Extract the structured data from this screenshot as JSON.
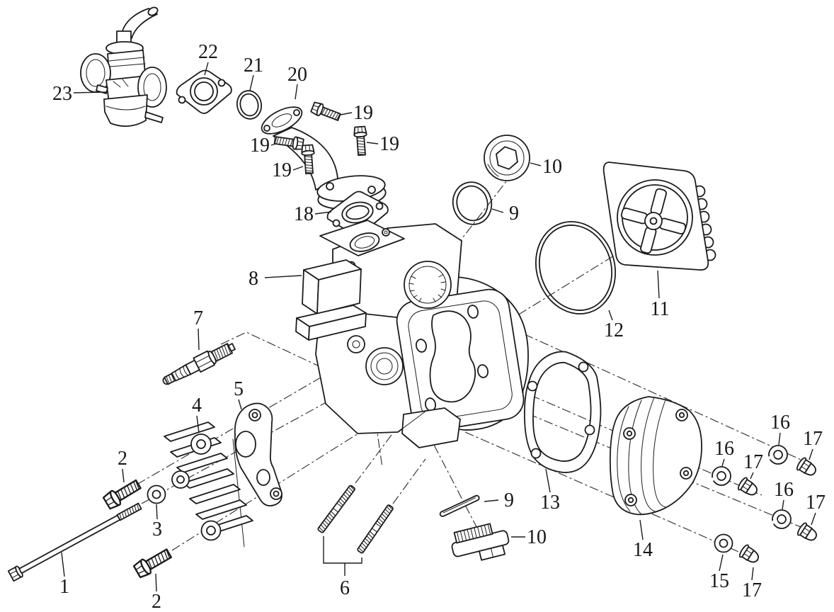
{
  "figure": {
    "type": "exploded-parts-diagram",
    "subject": "engine cylinder head assembly with carburetor, intake manifold, covers and fasteners",
    "background_color": "#ffffff",
    "line_color": "#1c1c1c",
    "label_font_size": 28
  },
  "callouts": [
    {
      "label": "23",
      "part": "carburetor"
    },
    {
      "label": "22",
      "part": "carburetor-gasket"
    },
    {
      "label": "21",
      "part": "intake-o-ring"
    },
    {
      "label": "20",
      "part": "intake-manifold-pipe"
    },
    {
      "label": "19",
      "part": "manifold-flange-bolt"
    },
    {
      "label": "19",
      "part": "manifold-flange-bolt"
    },
    {
      "label": "19",
      "part": "manifold-flange-bolt"
    },
    {
      "label": "19",
      "part": "manifold-flange-bolt"
    },
    {
      "label": "18",
      "part": "manifold-gasket"
    },
    {
      "label": "10",
      "part": "tappet-cover-cap"
    },
    {
      "label": "9",
      "part": "tappet-cap-o-ring"
    },
    {
      "label": "11",
      "part": "camshaft-cover-plate"
    },
    {
      "label": "12",
      "part": "cover-plate-o-ring"
    },
    {
      "label": "8",
      "part": "side-block"
    },
    {
      "label": "7",
      "part": "spark-plug"
    },
    {
      "label": "5",
      "part": "bracket-plate"
    },
    {
      "label": "4",
      "part": "finned-side-cover"
    },
    {
      "label": "2",
      "part": "flange-bolt"
    },
    {
      "label": "3",
      "part": "flat-washer"
    },
    {
      "label": "1",
      "part": "long-bolt"
    },
    {
      "label": "2",
      "part": "flange-bolt"
    },
    {
      "label": "6",
      "part": "stud-bolts"
    },
    {
      "label": "9",
      "part": "tappet-cap-o-ring"
    },
    {
      "label": "10",
      "part": "tappet-cover-cap"
    },
    {
      "label": "13",
      "part": "side-cover-gasket"
    },
    {
      "label": "14",
      "part": "cylinder-head-side-cover"
    },
    {
      "label": "15",
      "part": "flat-washer"
    },
    {
      "label": "16",
      "part": "flat-washer"
    },
    {
      "label": "17",
      "part": "acorn-nut"
    },
    {
      "label": "16",
      "part": "flat-washer"
    },
    {
      "label": "17",
      "part": "acorn-nut"
    },
    {
      "label": "16",
      "part": "flat-washer"
    },
    {
      "label": "17",
      "part": "acorn-nut"
    },
    {
      "label": "17",
      "part": "acorn-nut"
    }
  ]
}
